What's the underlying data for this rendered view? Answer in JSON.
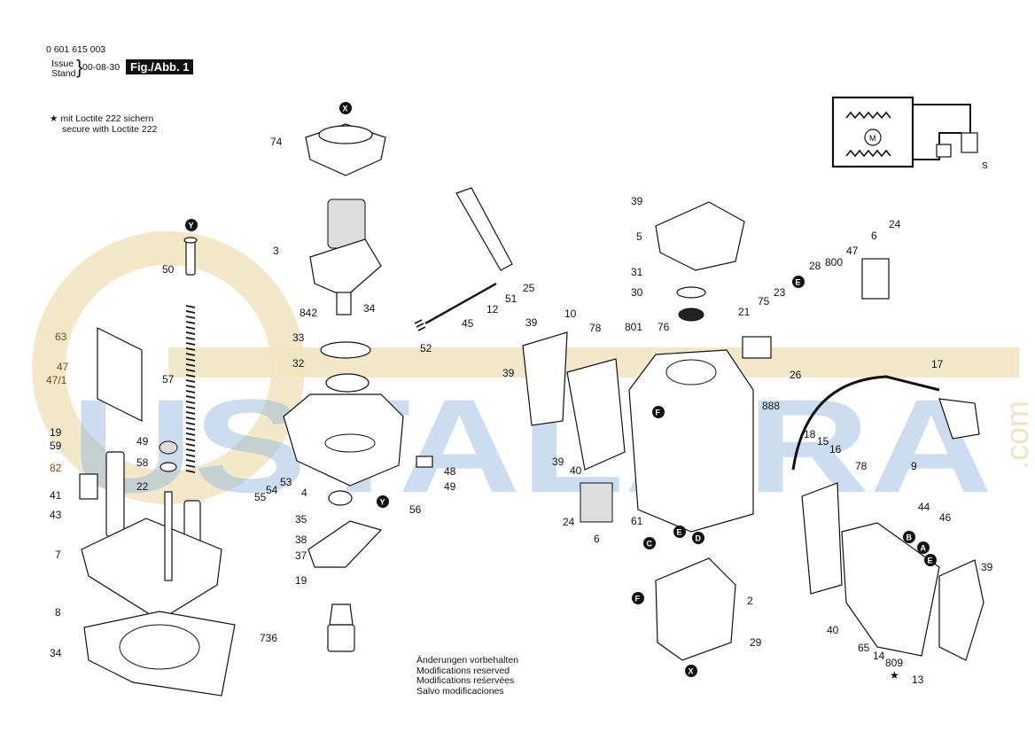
{
  "header": {
    "part_number": "0 601 615 003",
    "issue_label": "Issue",
    "stand_label": "Stand",
    "date": "00-08-30",
    "figure_label": "Fig./Abb. 1"
  },
  "note": {
    "star": "★",
    "line1": "mit Loctite 222 sichern",
    "line2": "secure with Loctite 222"
  },
  "watermark": {
    "text": "USTALARA",
    "suffix": ".com",
    "color_blue": "#8fb4dc",
    "color_gold": "#f1e4c0"
  },
  "footer": {
    "line1": "Änderungen vorbehalten",
    "line2": "Modifications reserved",
    "line3": "Modifications reśervées",
    "line4": "Salvo modificaciones"
  },
  "part_labels": [
    {
      "text": "74"
    },
    {
      "text": "3"
    },
    {
      "text": "842"
    },
    {
      "text": "34"
    },
    {
      "text": "33"
    },
    {
      "text": "32"
    },
    {
      "text": "50"
    },
    {
      "text": "63"
    },
    {
      "text": "47"
    },
    {
      "text": "47/1"
    },
    {
      "text": "57"
    },
    {
      "text": "19"
    },
    {
      "text": "59"
    },
    {
      "text": "82"
    },
    {
      "text": "49"
    },
    {
      "text": "58"
    },
    {
      "text": "22"
    },
    {
      "text": "41"
    },
    {
      "text": "43"
    },
    {
      "text": "7"
    },
    {
      "text": "8"
    },
    {
      "text": "34"
    },
    {
      "text": "4"
    },
    {
      "text": "55"
    },
    {
      "text": "54"
    },
    {
      "text": "53"
    },
    {
      "text": "35"
    },
    {
      "text": "38"
    },
    {
      "text": "37"
    },
    {
      "text": "19"
    },
    {
      "text": "736"
    },
    {
      "text": "56"
    },
    {
      "text": "48"
    },
    {
      "text": "49"
    },
    {
      "text": "52"
    },
    {
      "text": "45"
    },
    {
      "text": "12"
    },
    {
      "text": "51"
    },
    {
      "text": "25"
    },
    {
      "text": "39"
    },
    {
      "text": "10"
    },
    {
      "text": "78"
    },
    {
      "text": "39"
    },
    {
      "text": "39"
    },
    {
      "text": "40"
    },
    {
      "text": "24"
    },
    {
      "text": "6"
    },
    {
      "text": "61"
    },
    {
      "text": "39"
    },
    {
      "text": "5"
    },
    {
      "text": "31"
    },
    {
      "text": "30"
    },
    {
      "text": "801"
    },
    {
      "text": "76"
    },
    {
      "text": "21"
    },
    {
      "text": "75"
    },
    {
      "text": "23"
    },
    {
      "text": "26"
    },
    {
      "text": "888"
    },
    {
      "text": "28"
    },
    {
      "text": "800"
    },
    {
      "text": "47"
    },
    {
      "text": "6"
    },
    {
      "text": "24"
    },
    {
      "text": "17"
    },
    {
      "text": "18"
    },
    {
      "text": "15"
    },
    {
      "text": "16"
    },
    {
      "text": "78"
    },
    {
      "text": "9"
    },
    {
      "text": "44"
    },
    {
      "text": "46"
    },
    {
      "text": "2"
    },
    {
      "text": "29"
    },
    {
      "text": "40"
    },
    {
      "text": "65"
    },
    {
      "text": "14"
    },
    {
      "text": "809"
    },
    {
      "text": "13"
    },
    {
      "text": "39"
    },
    {
      "text": "★"
    }
  ],
  "connector_markers": [
    {
      "text": "X"
    },
    {
      "text": "Y"
    },
    {
      "text": "Y"
    },
    {
      "text": "E"
    },
    {
      "text": "F"
    },
    {
      "text": "C"
    },
    {
      "text": "E"
    },
    {
      "text": "D"
    },
    {
      "text": "F"
    },
    {
      "text": "X"
    },
    {
      "text": "B"
    },
    {
      "text": "A"
    },
    {
      "text": "E"
    }
  ]
}
